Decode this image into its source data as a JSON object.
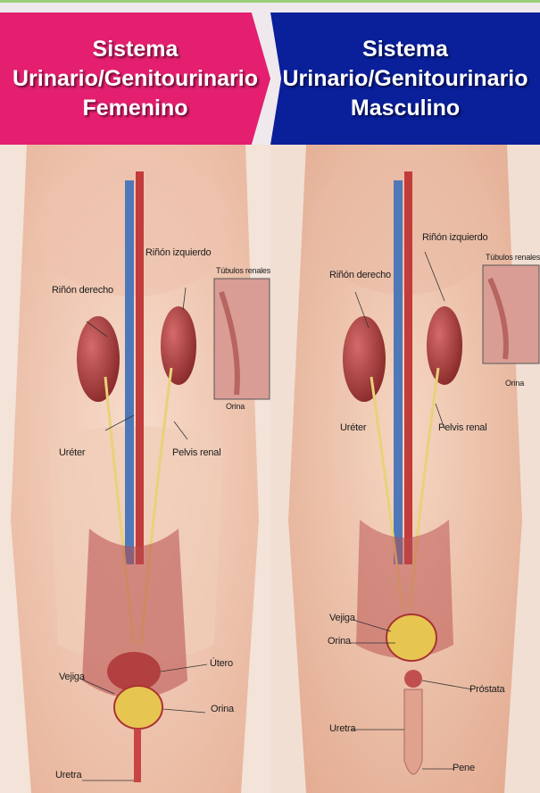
{
  "colors": {
    "female_banner": "#e41f6f",
    "male_banner": "#0a1f9a",
    "background": "#efe9ee"
  },
  "female": {
    "title_lines": [
      "Sistema",
      "Urinario/Genitourinario",
      "Femenino"
    ],
    "labels": {
      "rinon_izquierdo": "Riñón izquierdo",
      "tubulos": "Túbulos renales",
      "rinon_derecho": "Riñón derecho",
      "orina_kidney": "Orina",
      "ureter": "Uréter",
      "pelvis": "Pelvis renal",
      "utero": "Útero",
      "vejiga": "Vejiga",
      "orina_bladder": "Orina",
      "uretra": "Uretra"
    }
  },
  "male": {
    "title_lines": [
      "Sistema",
      "Urinario/Genitourinario",
      "Masculino"
    ],
    "labels": {
      "rinon_izquierdo": "Riñón izquierdo",
      "tubulos": "Túbulos renales",
      "rinon_derecho": "Riñón derecho",
      "orina_kidney": "Orina",
      "ureter": "Uréter",
      "pelvis": "Pelvis renal",
      "vejiga": "Vejiga",
      "orina_bladder": "Orina",
      "prostata": "Próstata",
      "uretra": "Uretra",
      "pene": "Pene"
    }
  }
}
